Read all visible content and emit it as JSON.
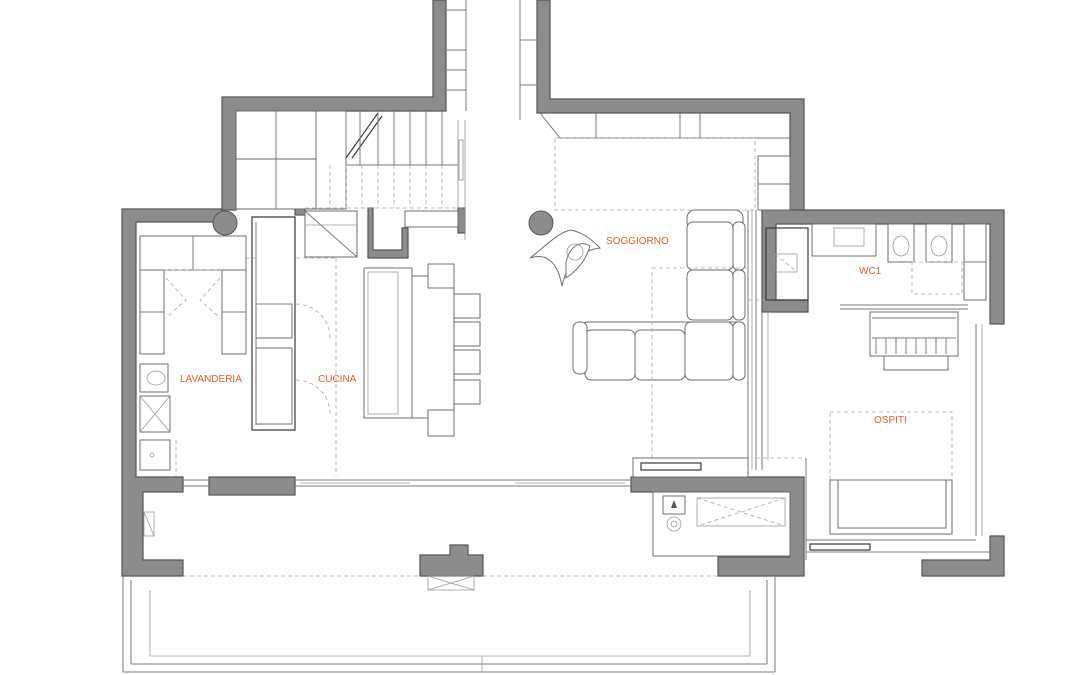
{
  "labels": {
    "soggiorno": "SOGGIORNO",
    "wc1": "WC1",
    "lavanderia": "LAVANDERIA",
    "cucina": "CUCINA",
    "ospiti": "OSPITI"
  },
  "colors": {
    "label": "#f15a22",
    "wall": "#8c8c8c",
    "line": "#7a7a7a"
  }
}
